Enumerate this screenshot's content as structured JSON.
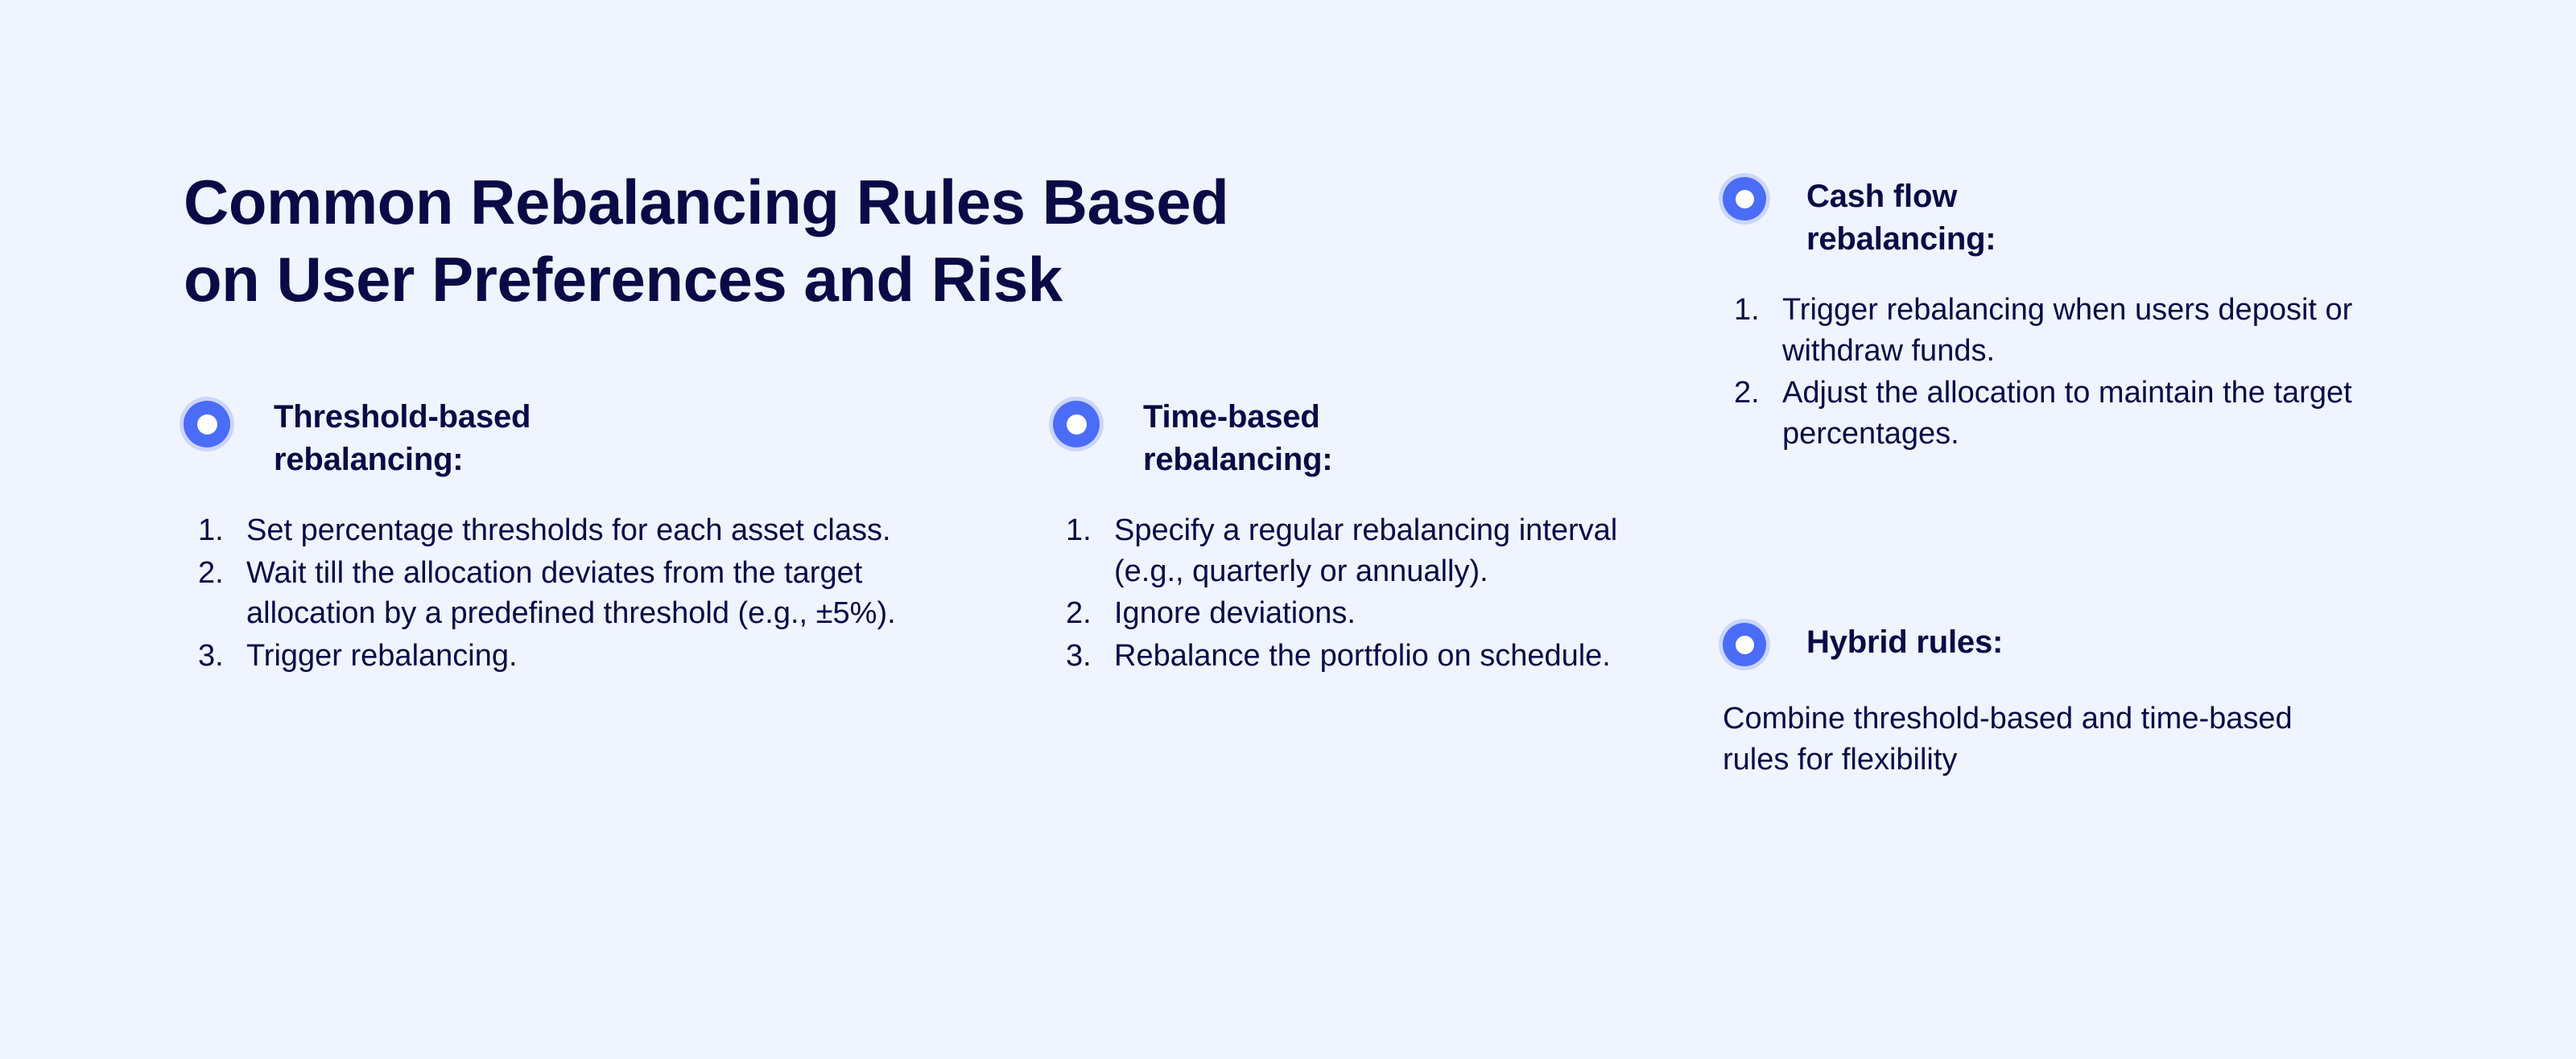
{
  "theme": {
    "background": "#f0f4fe",
    "text": "#0a0a46",
    "accent": "#4a6cf7",
    "bullet_inner": "#ffffff"
  },
  "header": {
    "title": "Common Rebalancing Rules Based\non User Preferences and Risk"
  },
  "sections": [
    {
      "id": "threshold",
      "icon": "bullet-donut-icon",
      "title": "Threshold-based\nrebalancing:",
      "list_type": "ordered",
      "items": [
        "Set percentage thresholds for each asset class.",
        "Wait till the allocation deviates from the target allocation by a predefined threshold (e.g., ±5%).",
        "Trigger rebalancing."
      ]
    },
    {
      "id": "time",
      "icon": "bullet-donut-icon",
      "title": "Time-based\nrebalancing:",
      "list_type": "ordered",
      "items": [
        "Specify a regular rebalancing interval (e.g., quarterly or annually).",
        "Ignore deviations.",
        "Rebalance the portfolio on schedule."
      ]
    },
    {
      "id": "cashflow",
      "icon": "bullet-donut-icon",
      "title": "Cash flow\nrebalancing:",
      "list_type": "ordered",
      "items": [
        "Trigger rebalancing when users deposit or withdraw funds.",
        "Adjust the allocation to maintain the target percentages."
      ]
    },
    {
      "id": "hybrid",
      "icon": "bullet-donut-icon",
      "title": "Hybrid rules:",
      "list_type": "paragraph",
      "paragraph": "Combine threshold-based and time-based rules for flexibility"
    }
  ]
}
